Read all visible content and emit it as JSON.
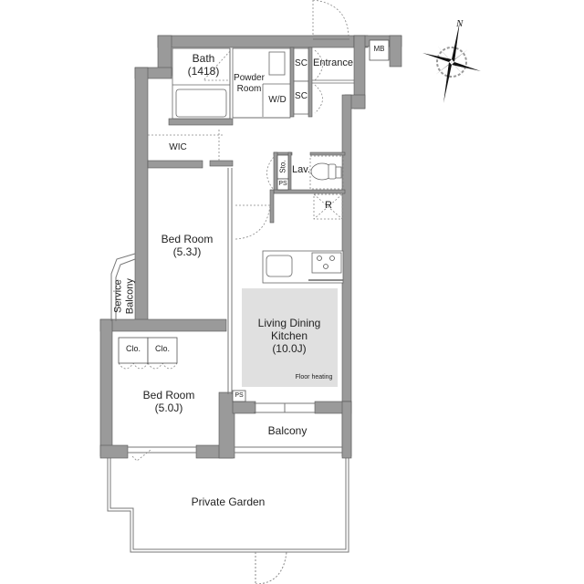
{
  "floor_plan": {
    "compass": {
      "label": "N",
      "icon": "compass-rose-icon"
    },
    "rooms": {
      "bath": {
        "name": "Bath",
        "size": "(1418)"
      },
      "powder_room": {
        "line1": "Powder",
        "line2": "Room"
      },
      "wd": {
        "name": "W/D"
      },
      "sc_top": {
        "name": "SC"
      },
      "sc_bottom": {
        "name": "SC"
      },
      "entrance": {
        "name": "Entrance"
      },
      "mb": {
        "name": "MB"
      },
      "wic": {
        "name": "WIC"
      },
      "sto": {
        "name": "Sto."
      },
      "lav": {
        "name": "Lav."
      },
      "ps_top": {
        "name": "PS"
      },
      "refrigerator": {
        "name": "R"
      },
      "bedroom1": {
        "name": "Bed Room",
        "size": "(5.3J)"
      },
      "service_balcony": {
        "line1": "Service",
        "line2": "Balcony"
      },
      "ldk": {
        "line1": "Living Dining",
        "line2": "Kitchen",
        "size": "(10.0J)",
        "note": "Floor heating"
      },
      "clo1": {
        "name": "Clo."
      },
      "clo2": {
        "name": "Clo."
      },
      "ps_bottom": {
        "name": "PS"
      },
      "bedroom2": {
        "name": "Bed Room",
        "size": "(5.0J)"
      },
      "balcony": {
        "name": "Balcony"
      },
      "private_garden": {
        "name": "Private Garden"
      }
    },
    "colors": {
      "wall": "#9a9a9a",
      "wall_stroke": "#555555",
      "floor_heating": "#e0e0e0",
      "line": "#666666"
    }
  }
}
